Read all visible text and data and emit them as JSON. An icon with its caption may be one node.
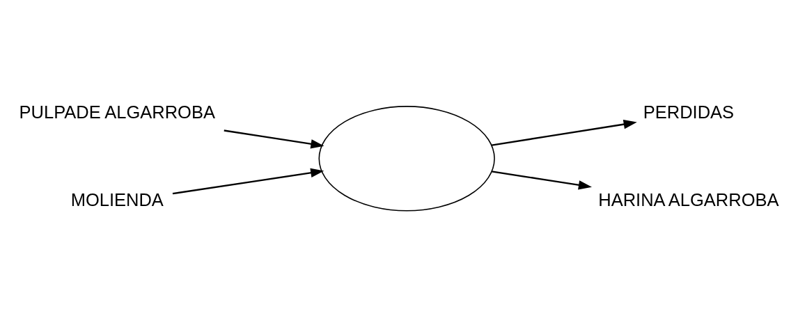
{
  "diagram": {
    "nodes": [
      {
        "text": [
          "PULPADE ALGARROBA"
        ]
      },
      {
        "text": [],
        "shape": "ellipse"
      },
      {
        "text": [
          "PERDIDAS"
        ]
      },
      {
        "text": [
          "MOLIENDA"
        ]
      },
      {
        "text": [
          "HARINA ALGARROBA"
        ]
      }
    ],
    "edges": [
      {
        "from": 0,
        "to": 1,
        "arrow": "to"
      },
      {
        "from": 1,
        "to": 2,
        "arrow": "to"
      },
      {
        "from": 3,
        "to": 1,
        "arrow": "to"
      },
      {
        "from": 1,
        "to": 4,
        "arrow": "to"
      }
    ]
  }
}
